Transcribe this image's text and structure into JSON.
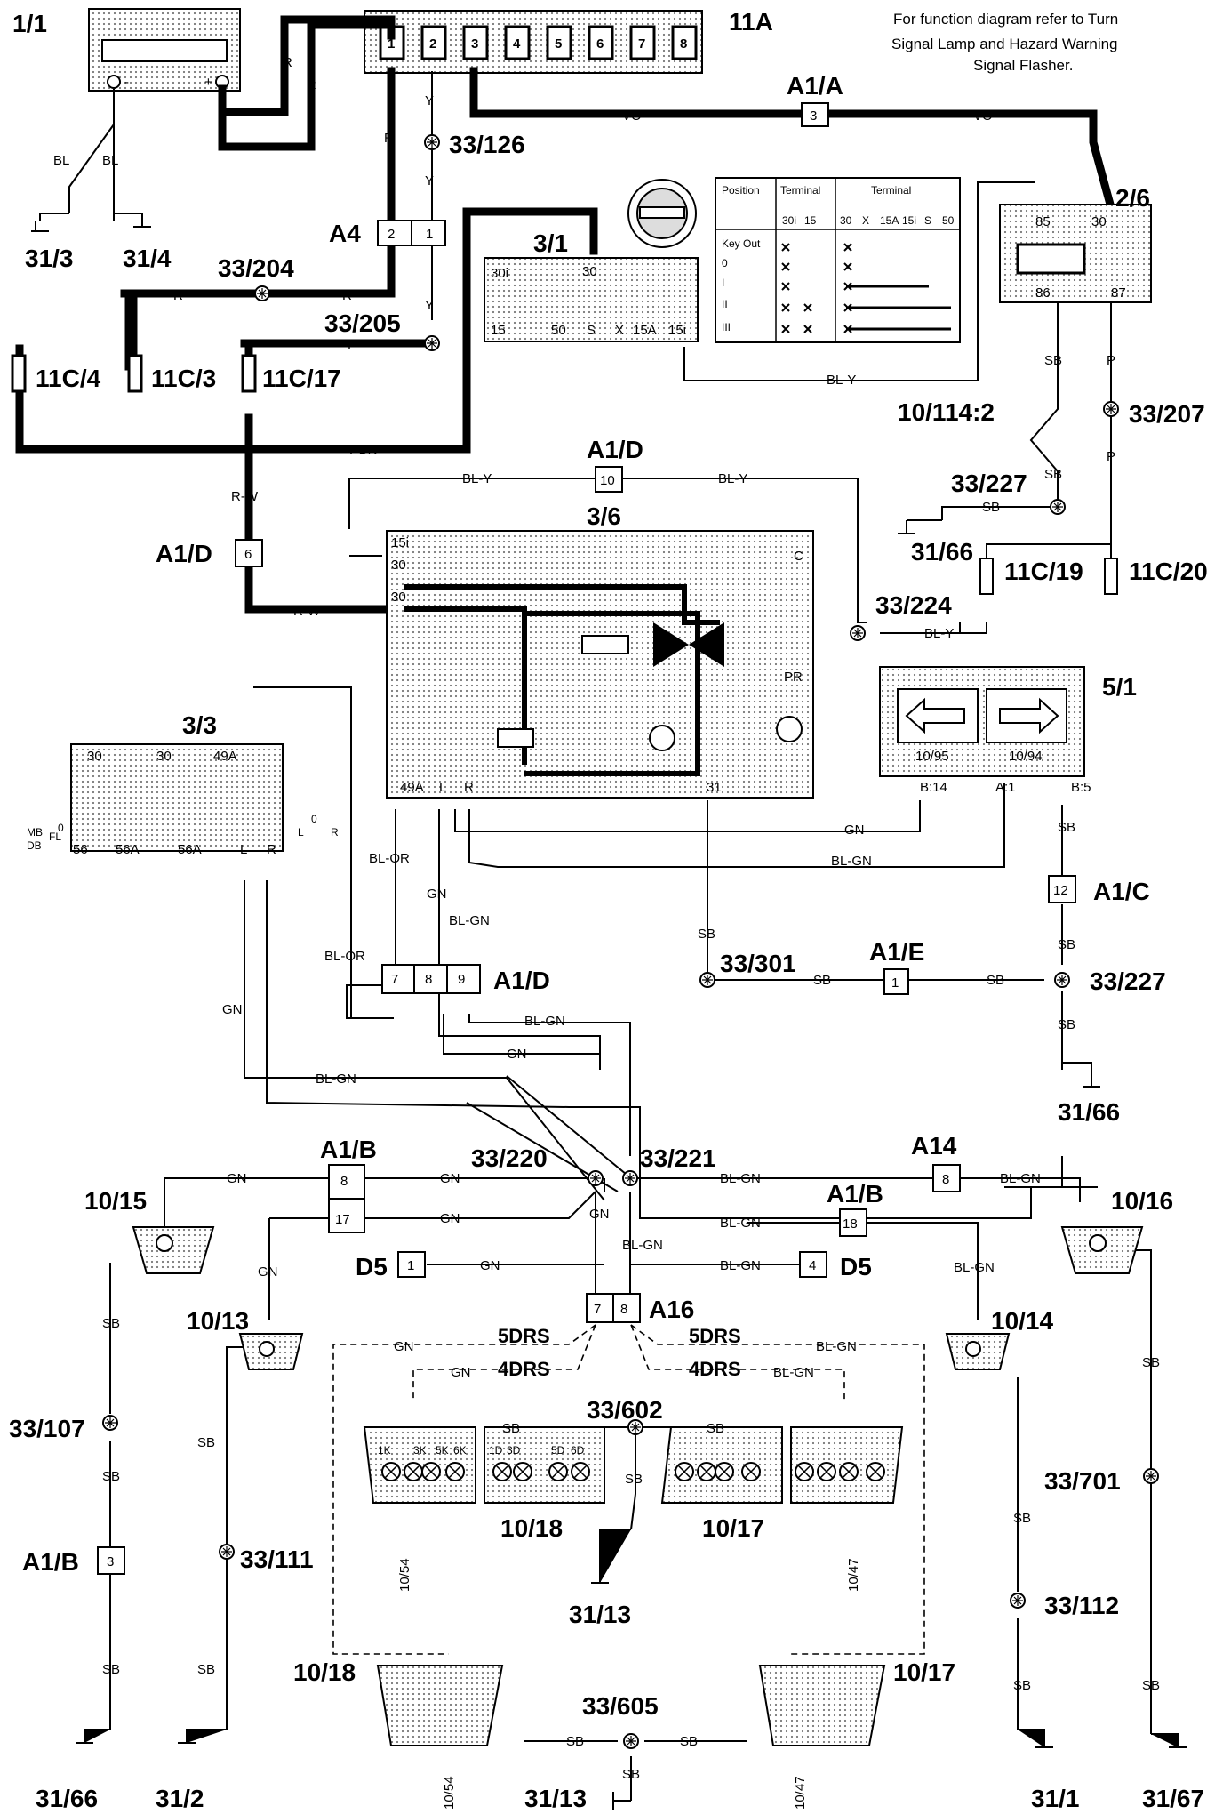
{
  "note": {
    "line1": "For function diagram refer to Turn",
    "line2": "Signal Lamp and Hazard Warning",
    "line3": "Signal Flasher."
  },
  "components": {
    "battery": "1/1",
    "fusebox": "11A",
    "fuse_numbers": [
      "1",
      "2",
      "3",
      "4",
      "5",
      "6",
      "7",
      "8"
    ],
    "ignition_switch": "3/1",
    "flasher_relay": "3/6",
    "light_switch": "3/3",
    "hazard_relay": "2/6",
    "indicator_panel": "5/1",
    "indicator_left": "10/95",
    "indicator_right": "10/94",
    "lamp_front_left": "10/15",
    "lamp_front_right": "10/16",
    "lamp_side_left": "10/13",
    "lamp_side_right": "10/14",
    "rear_lamp_left_upper": "10/18",
    "rear_lamp_right_upper": "10/17",
    "rear_lamp_left_lower": "10/18",
    "rear_lamp_right_lower": "10/17",
    "rear_tag_left_upper": "10/54",
    "rear_tag_right_upper": "10/47",
    "rear_tag_left_lower": "10/54",
    "rear_tag_right_lower": "10/47",
    "fuse_11c4": "11C/4",
    "fuse_11c3": "11C/3",
    "fuse_11c17": "11C/17",
    "fuse_11c19": "11C/19",
    "fuse_11c20": "11C/20"
  },
  "connectors": {
    "a1a": "A1/A",
    "a1a_pin": "3",
    "a4": "A4",
    "a4_pins": [
      "2",
      "1"
    ],
    "a1d_top": "A1/D",
    "a1d_top_pin": "10",
    "a1d_left": "A1/D",
    "a1d_left_pin": "6",
    "a1d_mid": "A1/D",
    "a1d_mid_pins": [
      "7",
      "8",
      "9"
    ],
    "a1c": "A1/C",
    "a1c_pin": "12",
    "a1e": "A1/E",
    "a1e_pin": "1",
    "a1b_top": "A1/B",
    "a1b_top_pins": [
      "8",
      "17"
    ],
    "a1b_right": "A1/B",
    "a1b_right_pin": "18",
    "a1b_bottom": "A1/B",
    "a1b_bottom_pin": "3",
    "a14": "A14",
    "a14_pin": "8",
    "a16": "A16",
    "a16_pins": [
      "7",
      "8"
    ],
    "d5_left": "D5",
    "d5_left_pin": "1",
    "d5_right": "D5",
    "d5_right_pin": "4"
  },
  "splices": {
    "s33_126": "33/126",
    "s33_204": "33/204",
    "s33_205": "33/205",
    "s33_207": "33/207",
    "s33_227a": "33/227",
    "s33_224": "33/224",
    "s33_301": "33/301",
    "s33_227b": "33/227",
    "s33_220": "33/220",
    "s33_221": "33/221",
    "s33_107": "33/107",
    "s33_111": "33/111",
    "s33_602": "33/602",
    "s33_605": "33/605",
    "s33_112": "33/112",
    "s33_701": "33/701",
    "s10_114": "10/114:2"
  },
  "grounds": {
    "g31_3": "31/3",
    "g31_4": "31/4",
    "g31_66a": "31/66",
    "g31_66b": "31/66",
    "g31_66c": "31/66",
    "g31_2": "31/2",
    "g31_13a": "31/13",
    "g31_13b": "31/13",
    "g31_1": "31/1",
    "g31_67": "31/67"
  },
  "wire_colors": {
    "bl": "BL",
    "r": "R",
    "y": "Y",
    "vo": "VO",
    "ybn": "Y-BN",
    "rw": "R-W",
    "bly": "BL-Y",
    "sb": "SB",
    "p": "P",
    "gn": "GN",
    "blgn": "BL-GN",
    "blor": "BL-OR"
  },
  "doors": {
    "five": "5DRS",
    "four": "4DRS"
  },
  "ignition_table": {
    "headers": [
      "Position",
      "Terminal",
      "Terminal"
    ],
    "terms_a": [
      "30i",
      "15"
    ],
    "terms_b": [
      "30",
      "X",
      "15A",
      "15i",
      "S",
      "50"
    ],
    "rows": [
      "Key Out",
      "0",
      "I",
      "II",
      "III"
    ]
  },
  "pin_labels": {
    "sw_30i": "30i",
    "sw_30": "30",
    "sw_15": "15",
    "sw_50": "50",
    "sw_s": "S",
    "sw_x": "X",
    "sw_15a": "15A",
    "sw_15i": "15i",
    "rel_15i": "15i",
    "rel_30a": "30",
    "rel_30b": "30",
    "rel_c": "C",
    "rel_pr": "PR",
    "rel_49a": "49A",
    "rel_l": "L",
    "rel_r": "R",
    "rel_31": "31",
    "ls_30a": "30",
    "ls_30b": "30",
    "ls_49a": "49A",
    "ls_56": "56",
    "ls_56a": "56A",
    "ls_56b": "56A",
    "ls_l": "L",
    "ls_r": "R",
    "ls_mb": "MB",
    "ls_db": "DB",
    "ls_fl": "FL",
    "ls_0": "0",
    "ls_l2": "L",
    "ls_02": "0",
    "ls_r2": "R",
    "h_85": "85",
    "h_30": "30",
    "h_86": "86",
    "h_87": "87",
    "p_b14": "B:14",
    "p_a1": "A:1",
    "p_b5": "B:5",
    "bulb_1k": "1K",
    "bulb_3k": "3K",
    "bulb_5k": "5K",
    "bulb_6k": "6K",
    "bulb_1d": "1D",
    "bulb_3d": "3D",
    "bulb_5d": "5D",
    "bulb_6d": "6D"
  }
}
